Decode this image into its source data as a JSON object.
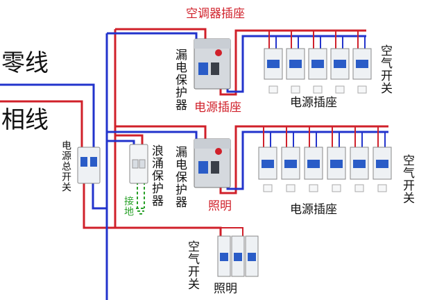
{
  "labels": {
    "neutral_line": "零线",
    "phase_line": "相线",
    "ac_socket": "空调器插座",
    "main_switch": "电源总开关",
    "leakage_protector_top": "漏电保护器",
    "leakage_protector_bottom": "漏电保护器",
    "surge_protector": "浪涌保护器",
    "ground": "接地",
    "power_socket_red": "电源插座",
    "power_socket_top": "电源插座",
    "power_socket_bottom": "电源插座",
    "lighting_red": "照明",
    "lighting_bottom": "照明",
    "air_switch_top": "空气开关",
    "air_switch_mid": "空气开关",
    "air_switch_bottom": "空气开关"
  },
  "colors": {
    "phase_wire": "#d0202a",
    "neutral_wire": "#2233cc",
    "ground_wire": "#2aa12a"
  }
}
